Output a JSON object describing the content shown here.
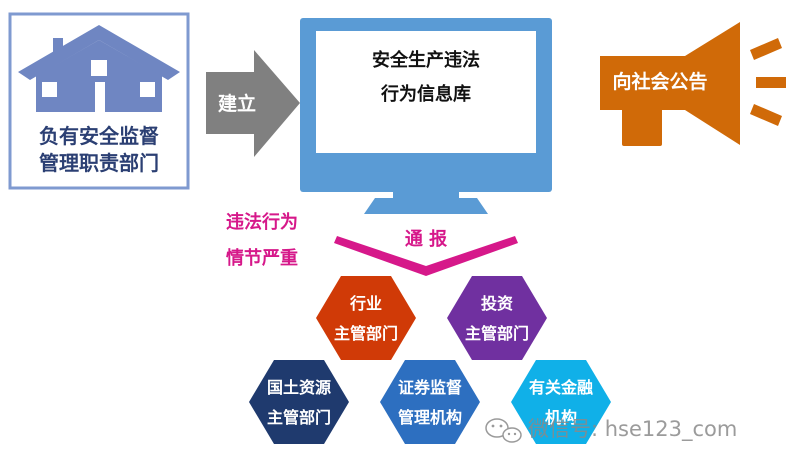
{
  "department": {
    "line1": "负有安全监督",
    "line2": "管理职责部门"
  },
  "arrow_establish": {
    "label": "建立"
  },
  "monitor": {
    "line1": "安全生产违法",
    "line2": "行为信息库"
  },
  "megaphone": {
    "label": "向社会公告"
  },
  "condition": {
    "line1": "违法行为",
    "line2": "情节严重"
  },
  "notify": {
    "label": "通 报"
  },
  "agencies": [
    {
      "line1": "行业",
      "line2": "主管部门",
      "color": "#d03a07"
    },
    {
      "line1": "投资",
      "line2": "主管部门",
      "color": "#7030a0"
    },
    {
      "line1": "国土资源",
      "line2": "主管部门",
      "color": "#1f3a6e"
    },
    {
      "line1": "证券监督",
      "line2": "管理机构",
      "color": "#2d6fc0"
    },
    {
      "line1": "有关金融",
      "line2": "机构",
      "color": "#10b0e8"
    }
  ],
  "watermark": {
    "text": "微信号: hse123_com"
  },
  "colors": {
    "house": "#6f86c2",
    "department_border": "#7f9ad0",
    "arrow": "#808080",
    "monitor": "#5a9bd5",
    "megaphone": "#d06a08",
    "condition": "#d6188a"
  }
}
